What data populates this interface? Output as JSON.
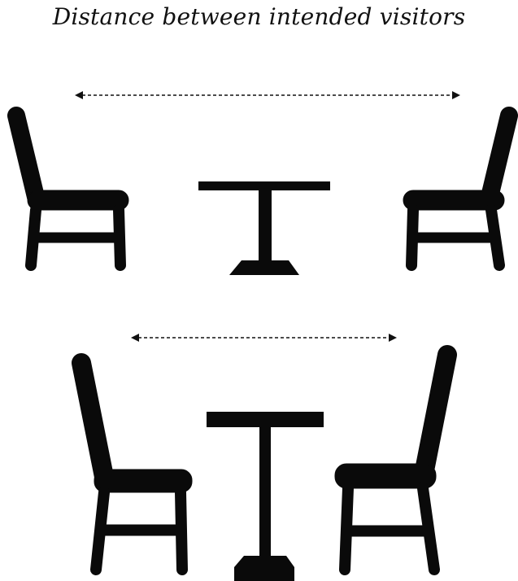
{
  "title": "Distance between intended visitors",
  "colors": {
    "furniture": "#0a0a0a",
    "arrow": "#111111",
    "background": "#ffffff"
  },
  "scenes": [
    {
      "name": "wide-spacing",
      "chairs": 2,
      "tables": 1
    },
    {
      "name": "close-spacing",
      "chairs": 2,
      "tables": 1
    }
  ]
}
